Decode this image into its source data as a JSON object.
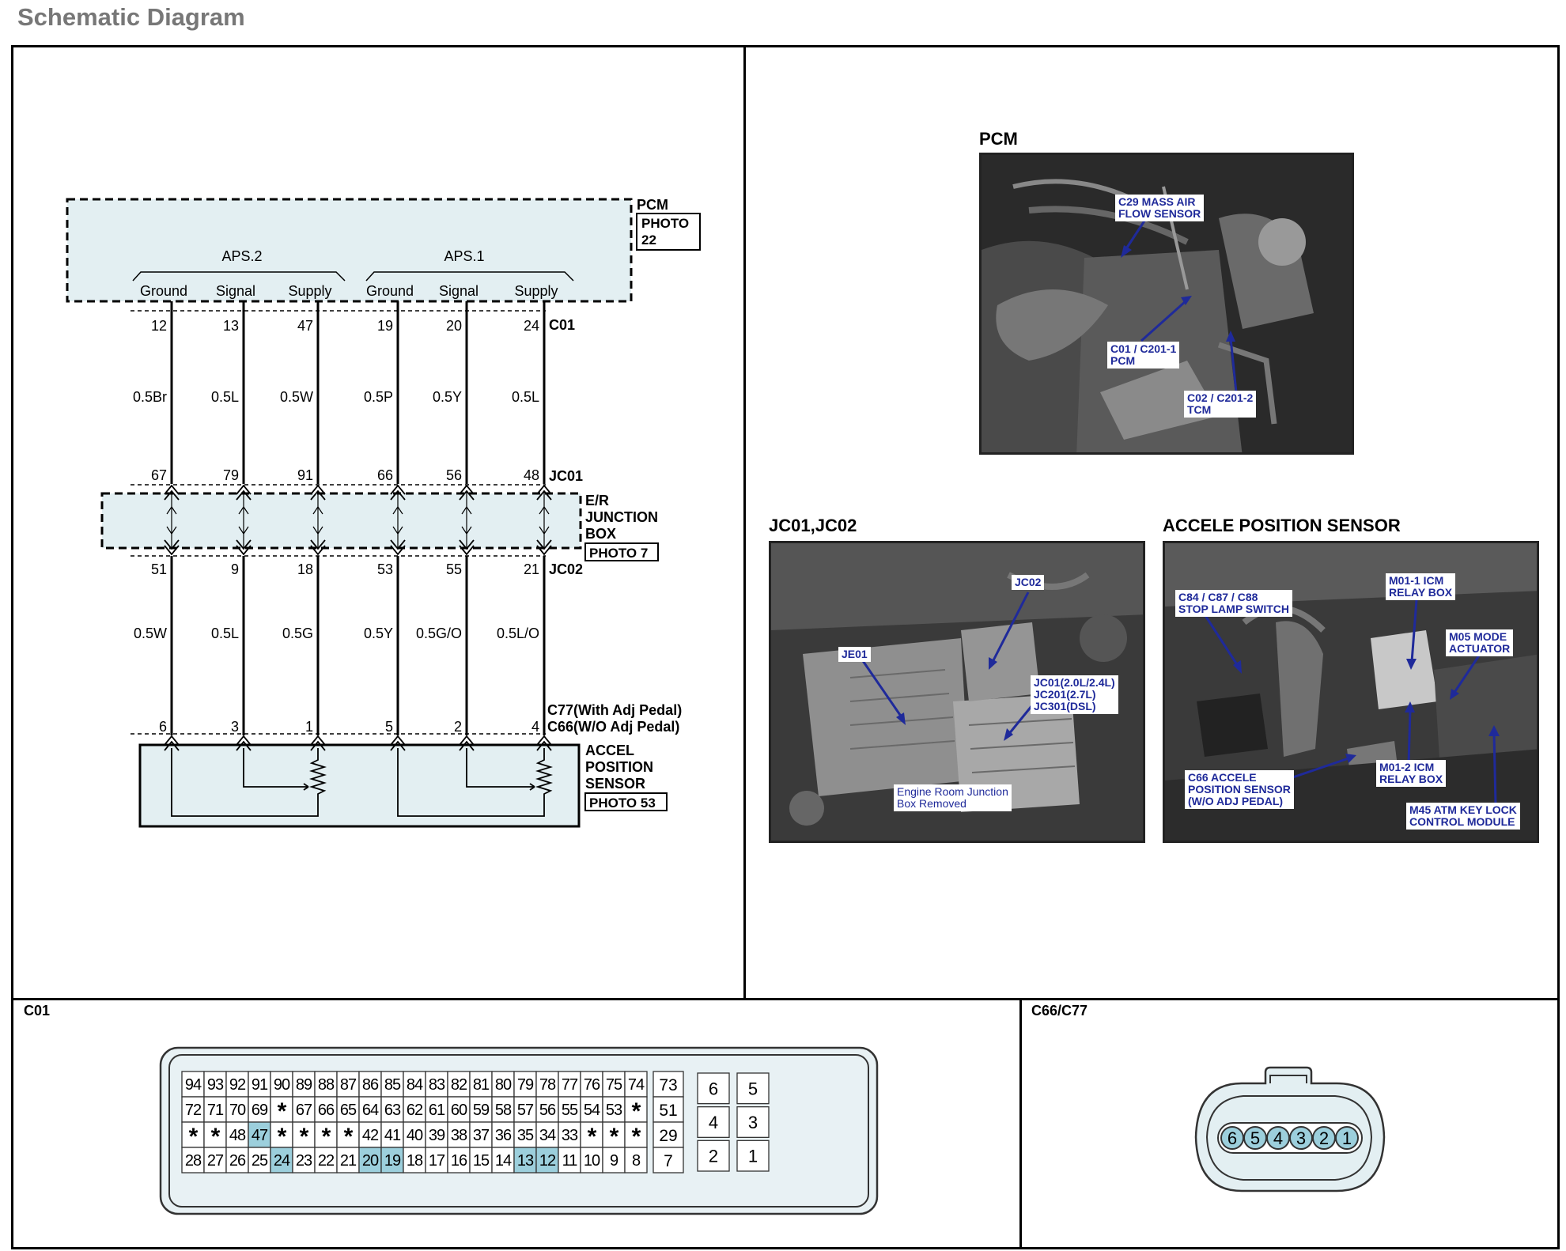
{
  "page_title": "Schematic Diagram",
  "schematic": {
    "pcm": {
      "name": "PCM",
      "photo_ref": [
        "PHOTO",
        "22"
      ]
    },
    "groups": [
      {
        "label": "APS.2",
        "pins": [
          {
            "name": "Ground",
            "c01": "12",
            "wire1": "0.5Br",
            "jc01": "67",
            "jc02": "51",
            "wire2": "0.5W",
            "sensor": "6"
          },
          {
            "name": "Signal",
            "c01": "13",
            "wire1": "0.5L",
            "jc01": "79",
            "jc02": "9",
            "wire2": "0.5L",
            "sensor": "3"
          },
          {
            "name": "Supply",
            "c01": "47",
            "wire1": "0.5W",
            "jc01": "91",
            "jc02": "18",
            "wire2": "0.5G",
            "sensor": "1"
          }
        ]
      },
      {
        "label": "APS.1",
        "pins": [
          {
            "name": "Ground",
            "c01": "19",
            "wire1": "0.5P",
            "jc01": "66",
            "jc02": "53",
            "wire2": "0.5Y",
            "sensor": "5"
          },
          {
            "name": "Signal",
            "c01": "20",
            "wire1": "0.5Y",
            "jc01": "56",
            "jc02": "55",
            "wire2": "0.5G/O",
            "sensor": "2"
          },
          {
            "name": "Supply",
            "c01": "24",
            "wire1": "0.5L",
            "jc01": "48",
            "jc02": "21",
            "wire2": "0.5L/O",
            "sensor": "4"
          }
        ]
      }
    ],
    "connectors": {
      "c01": "C01",
      "jc01": "JC01",
      "jc02": "JC02",
      "sensor_line1": "C77(With Adj Pedal)",
      "sensor_line2": "C66(W/O Adj Pedal)"
    },
    "junction_box": {
      "lines": [
        "E/R",
        "JUNCTION",
        "BOX"
      ],
      "photo_ref": "PHOTO 7"
    },
    "sensor": {
      "lines": [
        "ACCEL",
        "POSITION",
        "SENSOR"
      ],
      "photo_ref": "PHOTO 53"
    }
  },
  "photos": {
    "pcm": {
      "label": "PCM",
      "callouts": [
        "C29 MASS AIR\nFLOW SENSOR",
        "C01 / C201-1\nPCM",
        "C02 / C201-2\nTCM"
      ]
    },
    "jc": {
      "label": "JC01,JC02",
      "callouts": [
        "JC02",
        "JE01",
        "JC01(2.0L/2.4L)\nJC201(2.7L)\nJC301(DSL)",
        "Engine Room Junction\nBox Removed"
      ]
    },
    "aps": {
      "label": "ACCELE POSITION SENSOR",
      "callouts": [
        "C84 / C87 / C88\nSTOP LAMP SWITCH",
        "M01-1 ICM\nRELAY BOX",
        "M05 MODE\nACTUATOR",
        "C66 ACCELE\nPOSITION SENSOR\n(W/O ADJ PEDAL)",
        "M01-2 ICM\nRELAY BOX",
        "M45 ATM KEY LOCK\nCONTROL MODULE"
      ]
    }
  },
  "connector_views": {
    "c01": {
      "label": "C01",
      "rows": [
        [
          "94",
          "93",
          "92",
          "91",
          "90",
          "89",
          "88",
          "87",
          "86",
          "85",
          "84",
          "83",
          "82",
          "81",
          "80",
          "79",
          "78",
          "77",
          "76",
          "75",
          "74"
        ],
        [
          "72",
          "71",
          "70",
          "69",
          "*",
          "67",
          "66",
          "65",
          "64",
          "63",
          "62",
          "61",
          "60",
          "59",
          "58",
          "57",
          "56",
          "55",
          "54",
          "53",
          "*"
        ],
        [
          "*",
          "*",
          "48",
          "47",
          "*",
          "*",
          "*",
          "*",
          "42",
          "41",
          "40",
          "39",
          "38",
          "37",
          "36",
          "35",
          "34",
          "33",
          "*",
          "*",
          "*"
        ],
        [
          "28",
          "27",
          "26",
          "25",
          "24",
          "23",
          "22",
          "21",
          "20",
          "19",
          "18",
          "17",
          "16",
          "15",
          "14",
          "13",
          "12",
          "11",
          "10",
          "9",
          "8"
        ]
      ],
      "side_column": [
        "73",
        "51",
        "29",
        "7"
      ],
      "side_block": [
        [
          "6",
          "5"
        ],
        [
          "4",
          "3"
        ],
        [
          "2",
          "1"
        ]
      ],
      "highlighted": [
        "47",
        "24",
        "20",
        "19",
        "13",
        "12"
      ],
      "highlight_color": "#9ccfdc"
    },
    "c66": {
      "label": "C66/C77",
      "pins": [
        "6",
        "5",
        "4",
        "3",
        "2",
        "1"
      ]
    }
  },
  "colors": {
    "box_fill": "#e3eff2",
    "callout_text": "#1f2a9a",
    "title_gray": "#777777"
  }
}
